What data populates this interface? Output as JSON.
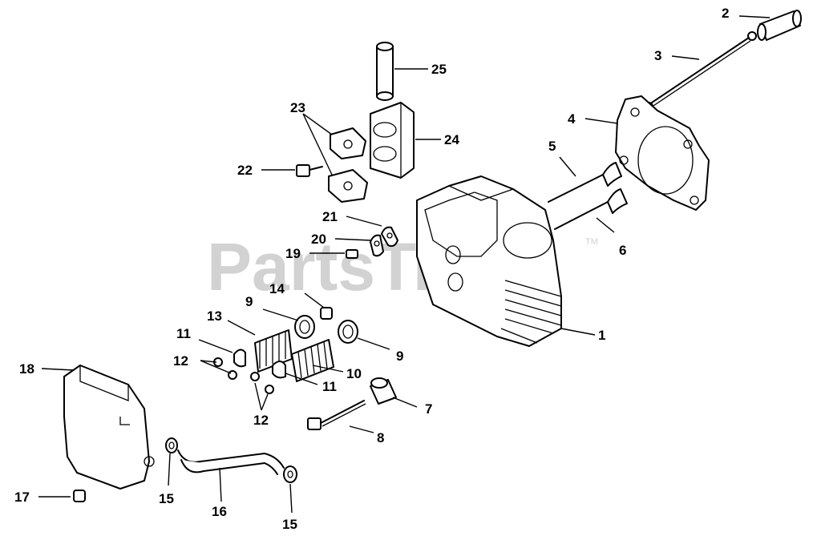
{
  "watermark": {
    "text": "PartsTree",
    "trademark": "TM"
  },
  "callouts": [
    {
      "id": "c1",
      "text": "1"
    },
    {
      "id": "c2",
      "text": "2"
    },
    {
      "id": "c3",
      "text": "3"
    },
    {
      "id": "c4",
      "text": "4"
    },
    {
      "id": "c5",
      "text": "5"
    },
    {
      "id": "c6",
      "text": "6"
    },
    {
      "id": "c7",
      "text": "7"
    },
    {
      "id": "c8",
      "text": "8"
    },
    {
      "id": "c9a",
      "text": "9"
    },
    {
      "id": "c9b",
      "text": "9"
    },
    {
      "id": "c10",
      "text": "10"
    },
    {
      "id": "c11a",
      "text": "11"
    },
    {
      "id": "c11b",
      "text": "11"
    },
    {
      "id": "c12a",
      "text": "12"
    },
    {
      "id": "c12b",
      "text": "12"
    },
    {
      "id": "c13",
      "text": "13"
    },
    {
      "id": "c14",
      "text": "14"
    },
    {
      "id": "c15a",
      "text": "15"
    },
    {
      "id": "c15b",
      "text": "15"
    },
    {
      "id": "c16",
      "text": "16"
    },
    {
      "id": "c17",
      "text": "17"
    },
    {
      "id": "c18",
      "text": "18"
    },
    {
      "id": "c19",
      "text": "19"
    },
    {
      "id": "c20",
      "text": "20"
    },
    {
      "id": "c21",
      "text": "21"
    },
    {
      "id": "c22",
      "text": "22"
    },
    {
      "id": "c23",
      "text": "23"
    },
    {
      "id": "c24",
      "text": "24"
    },
    {
      "id": "c25",
      "text": "25"
    }
  ]
}
